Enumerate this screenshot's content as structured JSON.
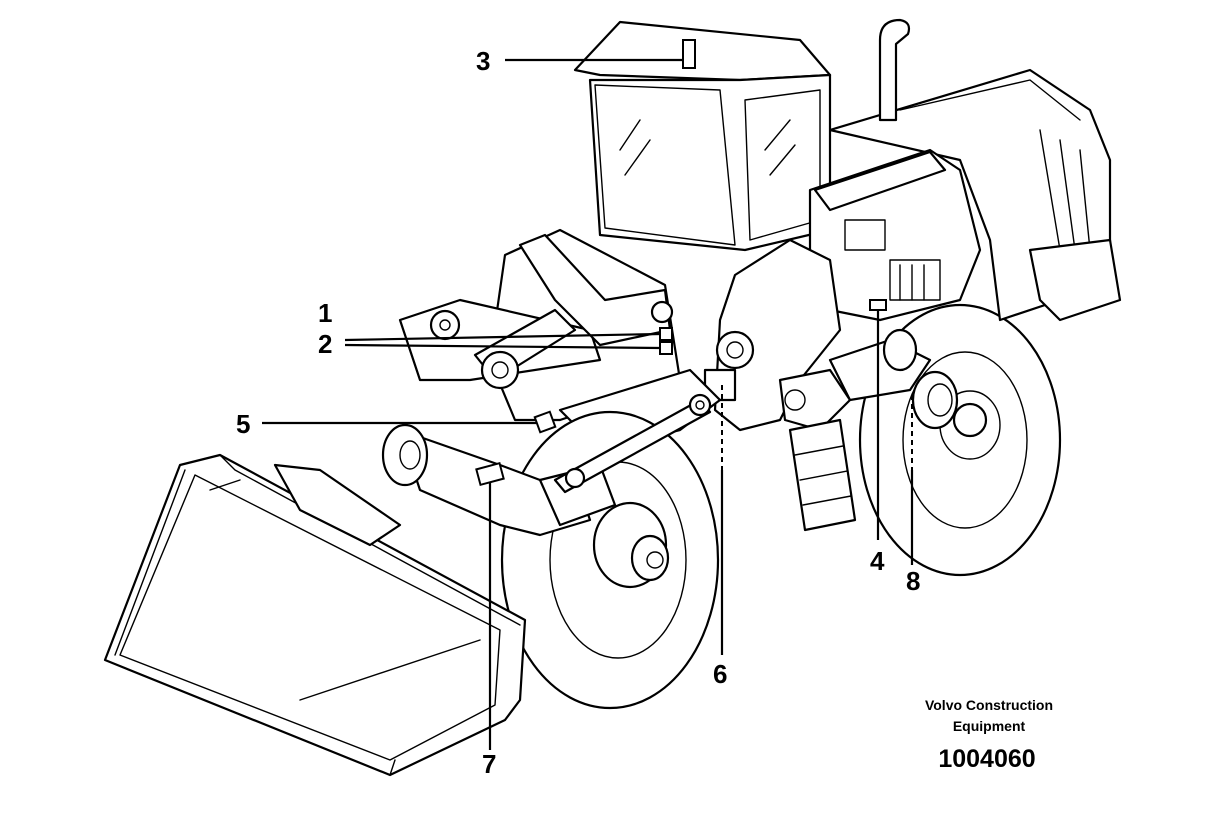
{
  "callouts": [
    {
      "id": "1",
      "label": "1"
    },
    {
      "id": "2",
      "label": "2"
    },
    {
      "id": "3",
      "label": "3"
    },
    {
      "id": "4",
      "label": "4"
    },
    {
      "id": "5",
      "label": "5"
    },
    {
      "id": "6",
      "label": "6"
    },
    {
      "id": "7",
      "label": "7"
    },
    {
      "id": "8",
      "label": "8"
    }
  ],
  "brand": {
    "line1": "Volvo Construction",
    "line2": "Equipment"
  },
  "reference_number": "1004060"
}
